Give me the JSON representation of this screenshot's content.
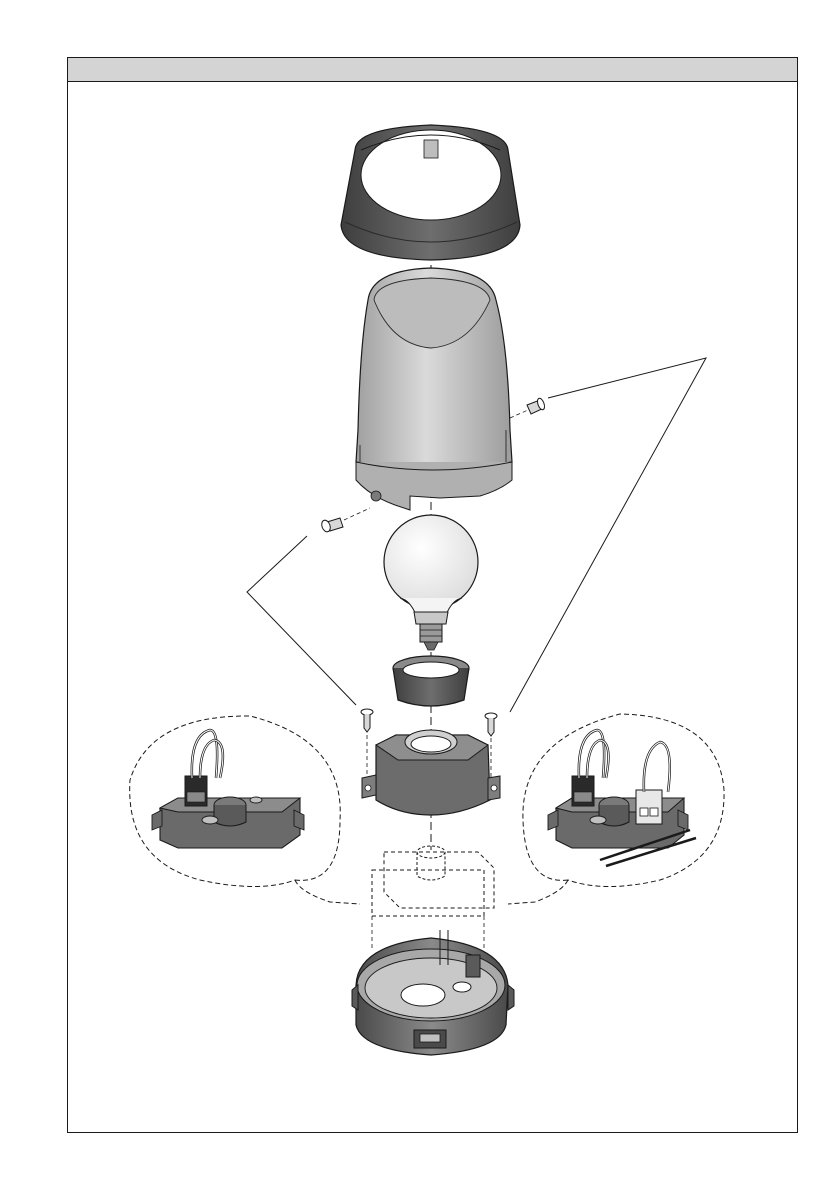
{
  "header": {
    "title": ""
  },
  "diagram": {
    "type": "exploded-assembly-view",
    "colors": {
      "line": "#1a1a1a",
      "dark_part": "#5c5c5c",
      "mid_part": "#8c8c8c",
      "light_part": "#c8c8c8",
      "lens": "#d6d6d6",
      "bulb": "#f2f2f2",
      "header_bar": "#d4d4d4"
    },
    "components": [
      "top-ring",
      "diffuser-cover",
      "side-screw",
      "globe-bulb",
      "lamp-socket-collar",
      "mounting-screw",
      "socket-housing",
      "terminal-block",
      "base-ring",
      "detail-callout-left",
      "detail-callout-right"
    ]
  }
}
